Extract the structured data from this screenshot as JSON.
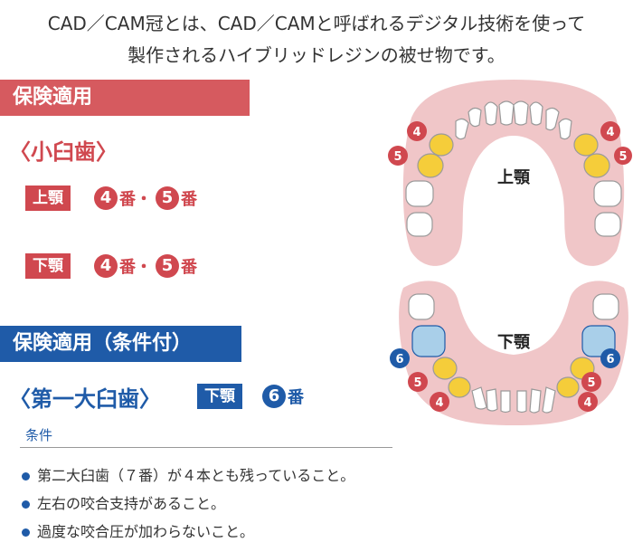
{
  "intro": {
    "line1": "CAD／CAM冠とは、CAD／CAMと呼ばれるデジタル技術を使って",
    "line2": "製作されるハイブリッドレジンの被せ物です。"
  },
  "section1": {
    "title": "保険適用",
    "subtitle": "〈小臼歯〉",
    "upper": {
      "jaw": "上顎",
      "num1": "4",
      "suffix1": "番・",
      "num2": "5",
      "suffix2": "番"
    },
    "lower": {
      "jaw": "下顎",
      "num1": "4",
      "suffix1": "番・",
      "num2": "5",
      "suffix2": "番"
    }
  },
  "section2": {
    "title": "保険適用（条件付）",
    "subtitle": "〈第一大臼歯〉",
    "jaw": "下顎",
    "num": "6",
    "suffix": "番",
    "conditions_title": "条件",
    "conditions": [
      "第二大臼歯（７番）が４本とも残っていること。",
      "左右の咬合支持があること。",
      "過度な咬合圧が加わらないこと。"
    ]
  },
  "diagram": {
    "upper_label": "上顎",
    "lower_label": "下顎",
    "upper_markers": [
      "4",
      "5",
      "4",
      "5"
    ],
    "lower_markers": [
      "6",
      "5",
      "4",
      "6",
      "5",
      "4"
    ],
    "colors": {
      "gum": "#f0c6c8",
      "highlight_yellow": "#f5cd3a",
      "highlight_blue": "#a9cfe9",
      "marker_red": "#d0484f",
      "marker_blue": "#1f5ba8"
    }
  }
}
